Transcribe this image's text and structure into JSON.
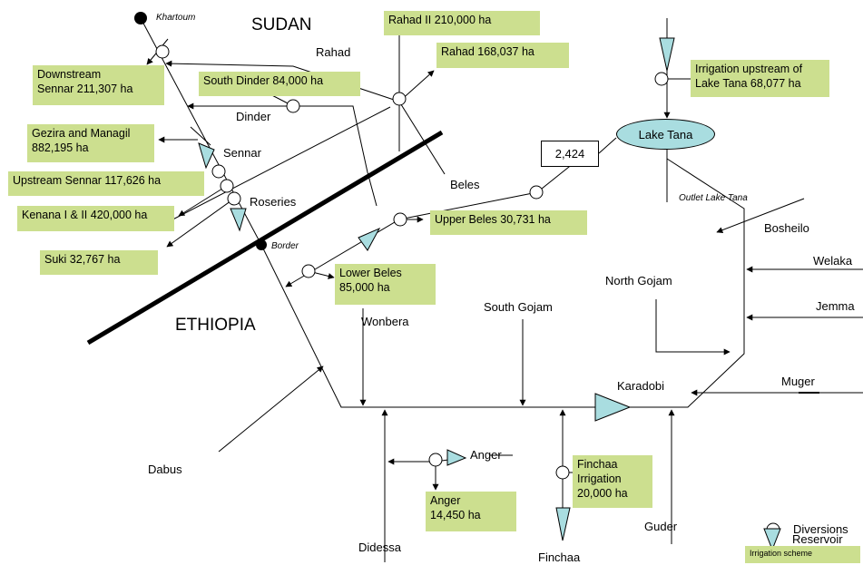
{
  "countries": {
    "sudan": "SUDAN",
    "ethiopia": "ETHIOPIA"
  },
  "places": {
    "khartoum": "Khartoum",
    "border": "Border",
    "outlet": "Outlet Lake Tana"
  },
  "lake": {
    "name": "Lake Tana",
    "flow_value": "2,424"
  },
  "rivers": {
    "rahad": "Rahad",
    "dinder": "Dinder",
    "sennar": "Sennar",
    "roseries": "Roseries",
    "beles": "Beles",
    "bosheilo": "Bosheilo",
    "welaka": "Welaka",
    "jemma": "Jemma",
    "north_gojam": "North Gojam",
    "south_gojam": "South Gojam",
    "wonbera": "Wonbera",
    "muger": "Muger",
    "karadobi": "Karadobi",
    "dabus": "Dabus",
    "anger": "Anger",
    "didessa": "Didessa",
    "finchaa": "Finchaa",
    "guder": "Guder"
  },
  "schemes": {
    "rahad2": "Rahad II 210,000 ha",
    "rahad": "Rahad 168,037 ha",
    "downstream_sennar": [
      "Downstream",
      "Sennar 211,307 ha"
    ],
    "south_dinder": "South Dinder 84,000 ha",
    "gezira": [
      "Gezira and Managil",
      "882,195 ha"
    ],
    "upstream_sennar": "Upstream Sennar 117,626 ha",
    "kenana": "Kenana I & II 420,000 ha",
    "suki": "Suki  32,767 ha",
    "upper_beles": "Upper Beles 30,731 ha",
    "lower_beles": [
      "Lower Beles",
      "85,000 ha"
    ],
    "upstream_tana": [
      "Irrigation upstream of",
      "Lake Tana 68,077 ha"
    ],
    "anger": [
      "Anger",
      "14,450 ha"
    ],
    "finchaa": [
      "Finchaa",
      "Irrigation",
      "20,000 ha"
    ]
  },
  "legend": {
    "diversions": "Diversions",
    "reservoir": "Reservoir",
    "scheme": "Irrigation scheme"
  },
  "colors": {
    "scheme_fill": "#ccdf8f",
    "lake_fill": "#a9dde0",
    "reservoir_fill": "#a9dde0",
    "line": "#000000"
  }
}
